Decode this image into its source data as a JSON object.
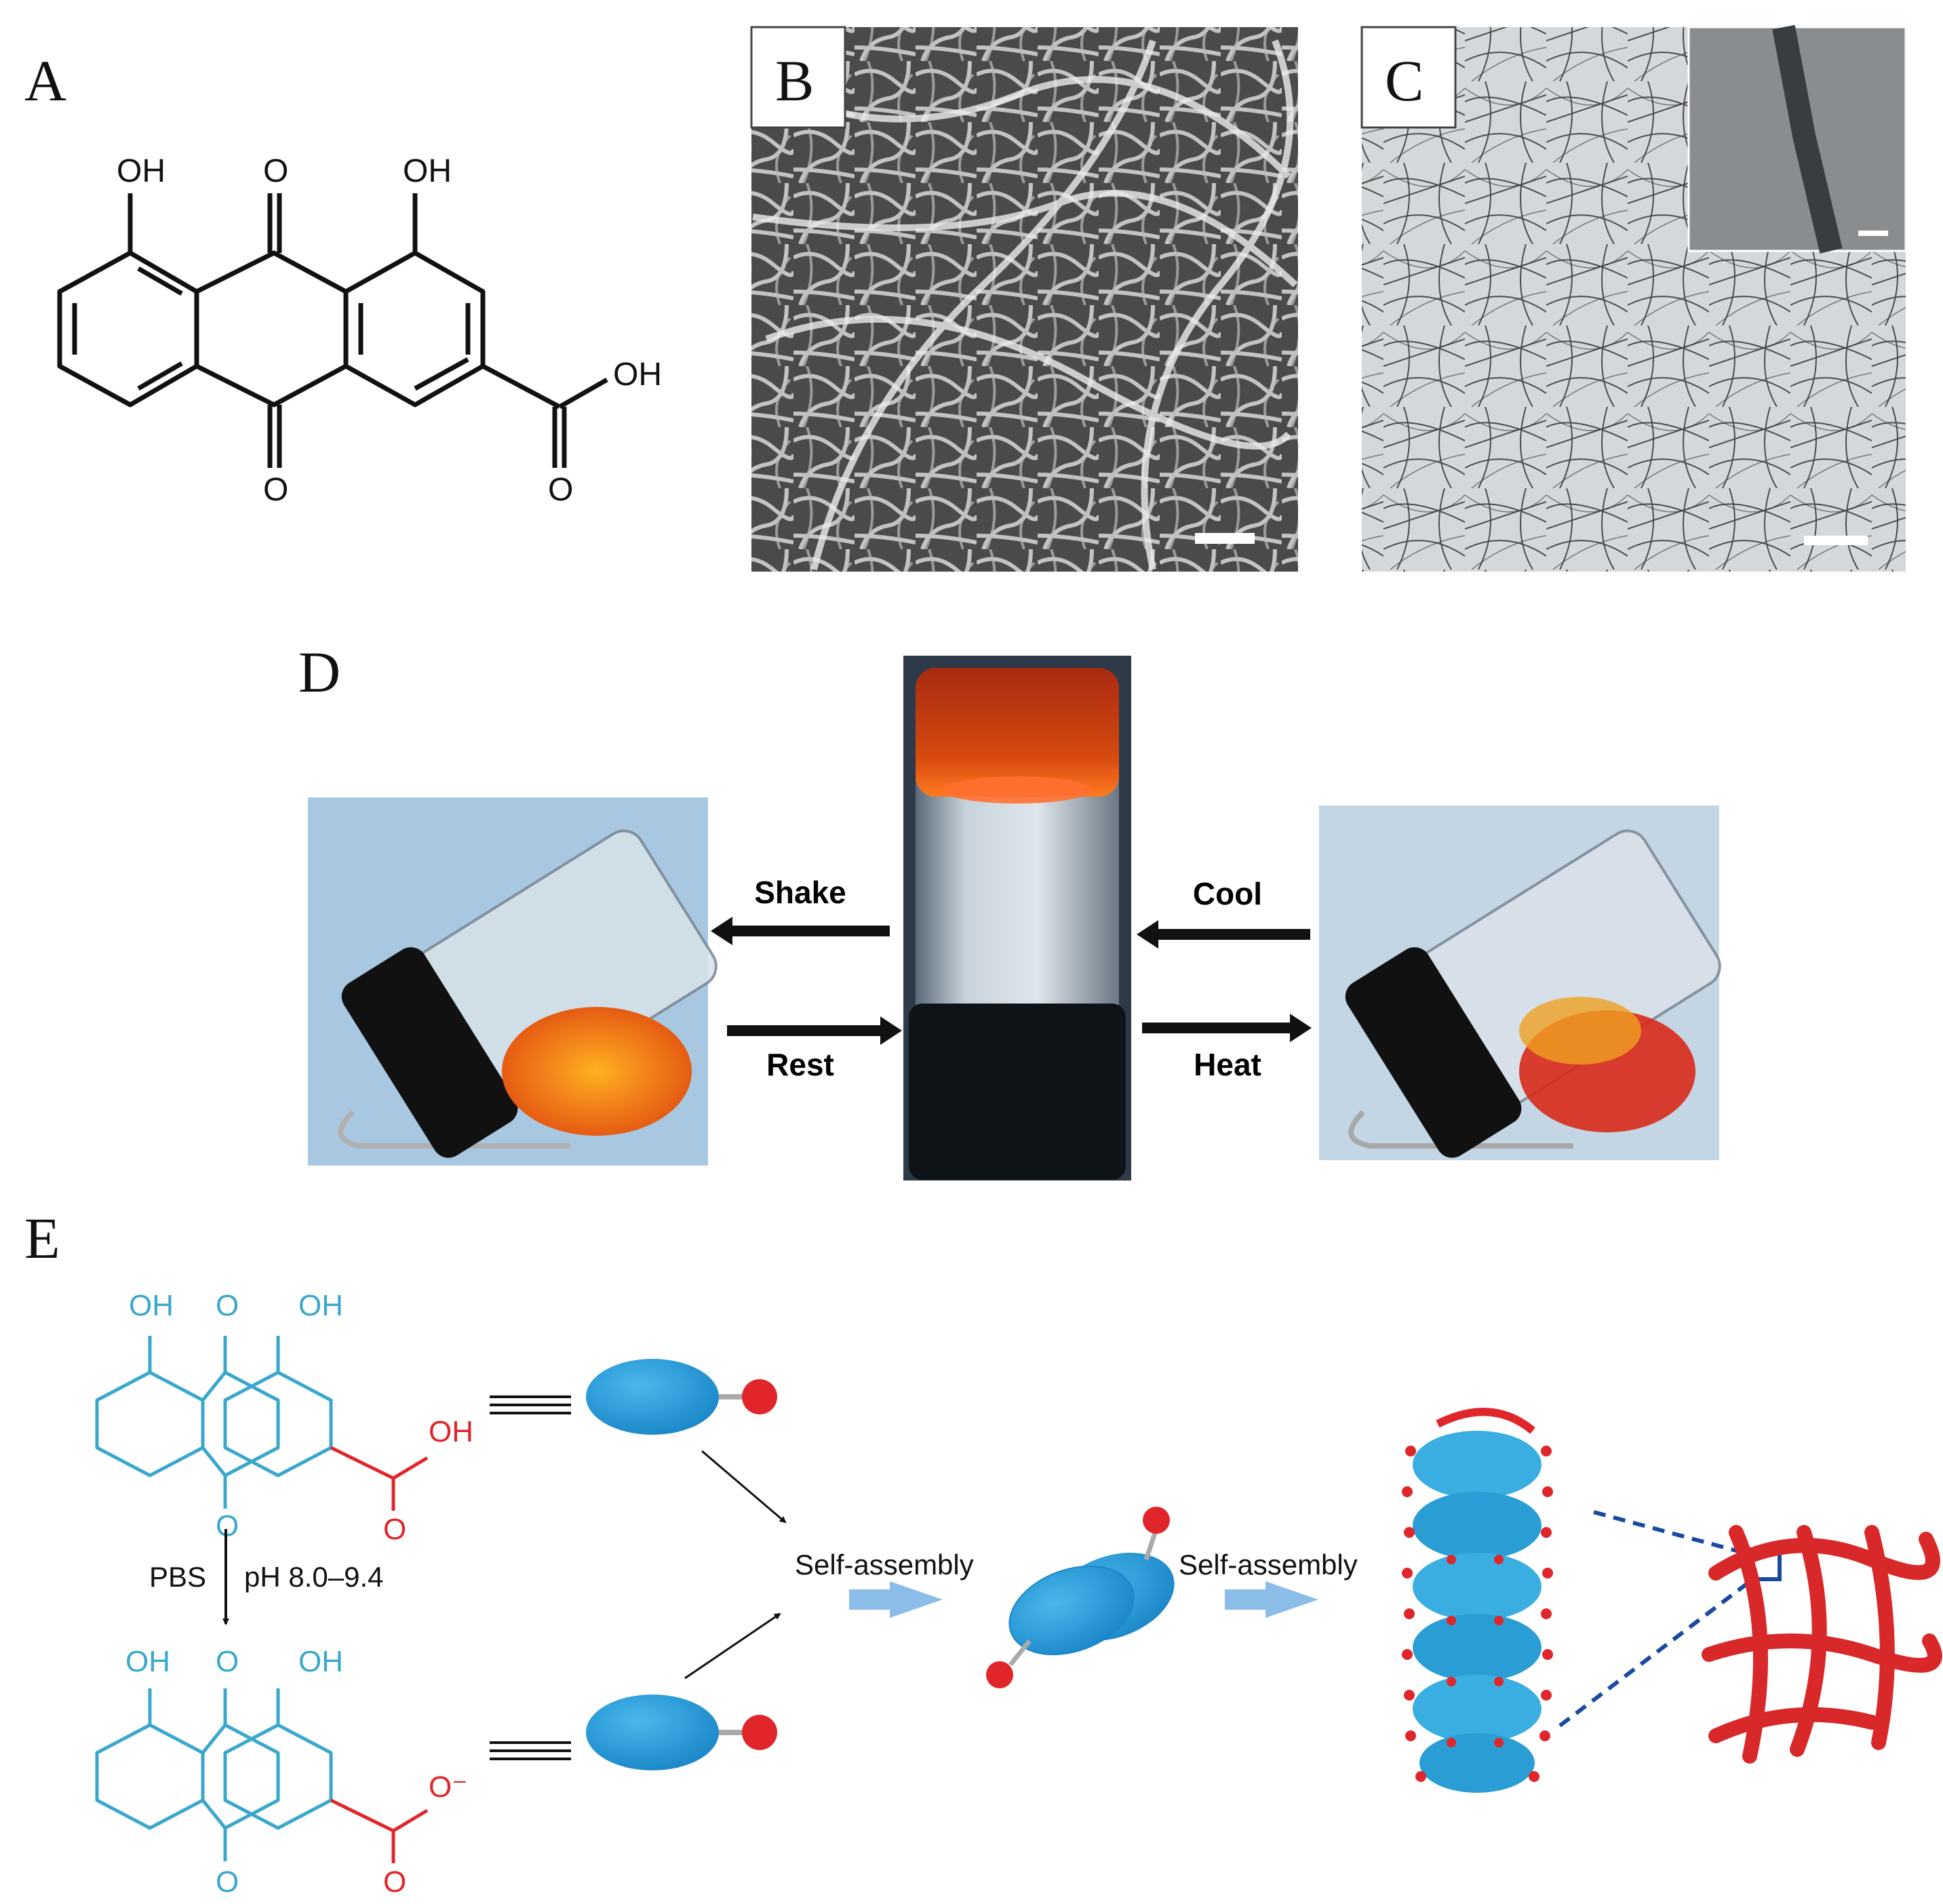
{
  "panels": {
    "a": {
      "letter": "A"
    },
    "b": {
      "letter": "B"
    },
    "c": {
      "letter": "C"
    },
    "d": {
      "letter": "D"
    },
    "e": {
      "letter": "E"
    }
  },
  "structure_labels": {
    "oh": "OH",
    "o": "O",
    "o_minus": "O⁻"
  },
  "panel_d": {
    "shake": "Shake",
    "rest": "Rest",
    "cool": "Cool",
    "heat": "Heat"
  },
  "panel_e": {
    "pbs": "PBS",
    "ph": "pH 8.0–9.4",
    "self_assembly_1": "Self-assembly",
    "self_assembly_2": "Self-assembly"
  },
  "colors": {
    "anthraquinone_blue": "#3aa8cc",
    "carboxyl_red": "#e0262b",
    "gel_orange": "#e85a10",
    "photo_background": "#a8c8e2",
    "fiber_red": "#d8282a"
  }
}
